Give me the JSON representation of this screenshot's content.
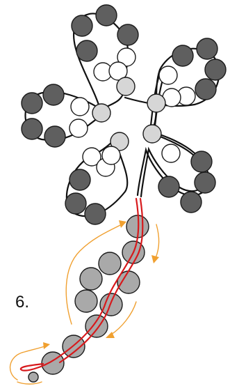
{
  "step": {
    "number": "6."
  },
  "colors": {
    "dark_bead": "#5f5f5f",
    "grey_bead": "#a9a9a9",
    "light_bead": "#d6d6d6",
    "white_bead": "#ffffff",
    "thread": "#111111",
    "working_thread": "#d7191c",
    "direction_arrow": "#f0a030"
  },
  "icons": [
    "bead-circle",
    "thread-path",
    "direction-arrow"
  ]
}
